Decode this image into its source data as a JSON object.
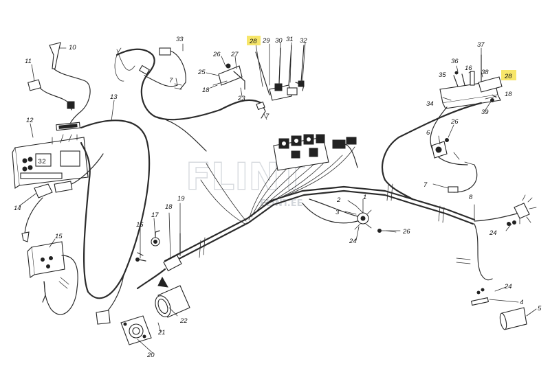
{
  "watermark": {
    "brand": "FLINT",
    "site": "FLINT.EE"
  },
  "labels": {
    "l1": "1",
    "l2": "2",
    "l3": "3",
    "l4": "4",
    "l5": "5",
    "l6": "6",
    "l7a": "7",
    "l7b": "7",
    "l7c": "7",
    "l8": "8",
    "l10": "10",
    "l11": "11",
    "l12": "12",
    "l13": "13",
    "l14": "14",
    "l15": "15",
    "l16a": "16",
    "l16b": "16",
    "l17": "17",
    "l18a": "18",
    "l18b": "18",
    "l18c": "18",
    "l19": "19",
    "l20": "20",
    "l21": "21",
    "l22": "22",
    "l23": "23",
    "l24a": "24",
    "l24b": "24",
    "l24c": "24",
    "l25": "25",
    "l26a": "26",
    "l26b": "26",
    "l26c": "26",
    "l27": "27",
    "l28a": "28",
    "l28b": "28",
    "l29": "29",
    "l30": "30",
    "l31": "31",
    "l32": "32",
    "l33": "33",
    "l34": "34",
    "l35": "35",
    "l36": "36",
    "l37": "37",
    "l38": "38",
    "l39": "39"
  },
  "highlight_color": "#f7e66a"
}
